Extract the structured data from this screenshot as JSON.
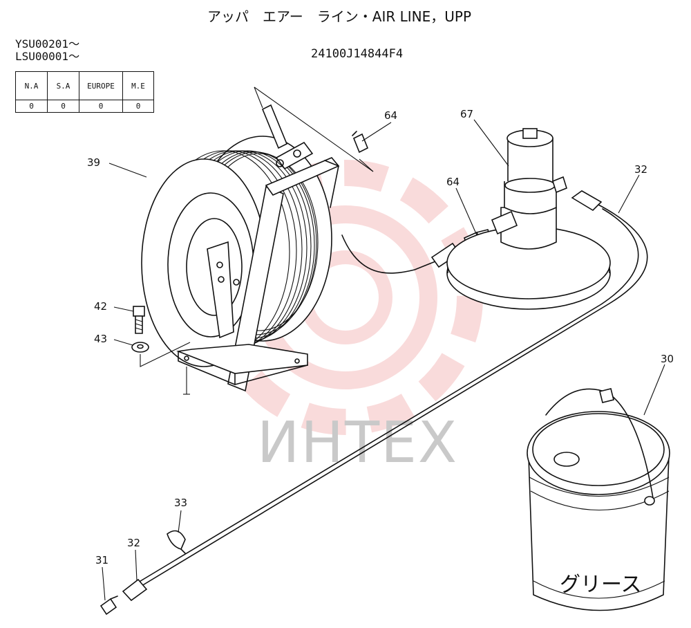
{
  "header": {
    "title": "アッパ　エアー　ライン・AIR LINE，UPP",
    "serial_1": "YSU00201～",
    "serial_2": "LSU00001～",
    "part_code": "24100J14844F4"
  },
  "region_table": {
    "headers": [
      "N.A",
      "S.A",
      "EUROPE",
      "M.E"
    ],
    "values": [
      "0",
      "0",
      "0",
      "0"
    ]
  },
  "callouts": {
    "c39": "39",
    "c64a": "64",
    "c64b": "64",
    "c67": "67",
    "c32a": "32",
    "c42": "42",
    "c43": "43",
    "c30": "30",
    "c33": "33",
    "c32b": "32",
    "c31": "31"
  },
  "can_label": "グリース",
  "watermark": "ИНТЕХ",
  "colors": {
    "line": "#111111",
    "watermark": "#f4b8b8",
    "background": "#ffffff"
  }
}
